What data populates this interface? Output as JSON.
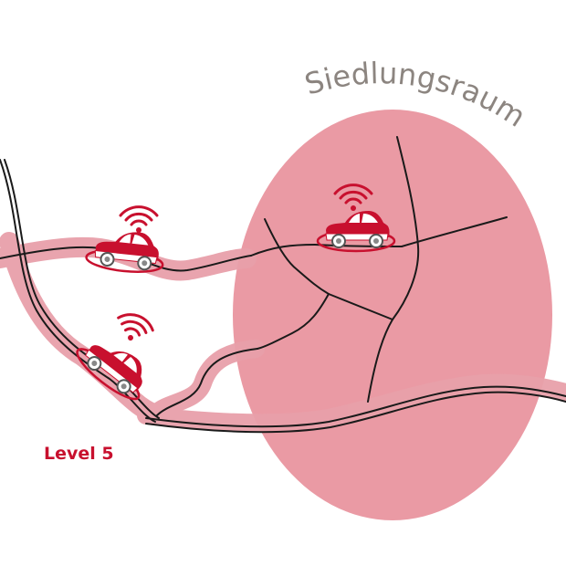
{
  "title": "Siedlungsraum",
  "level_label": "Level 5",
  "colors": {
    "accent": "#c8102e",
    "zone_fill": "#ea9aa4",
    "road_glow": "#e8a0aa",
    "road": "#1a1a1a",
    "title_text": "#8c8580"
  },
  "vehicles": [
    {
      "name": "car-rural-road",
      "icon": "autonomous-car-icon",
      "signal": "wifi-signal-icon"
    },
    {
      "name": "car-settlement",
      "icon": "autonomous-car-icon",
      "signal": "wifi-signal-icon"
    },
    {
      "name": "car-highway-ramp",
      "icon": "autonomous-car-icon",
      "signal": "wifi-signal-icon"
    }
  ]
}
